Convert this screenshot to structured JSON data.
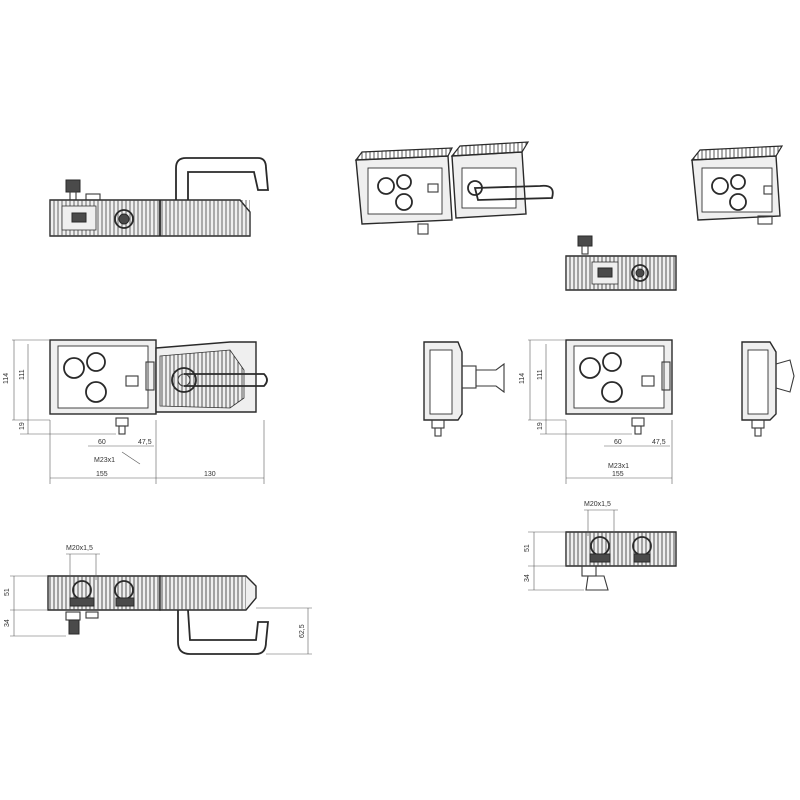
{
  "views": {
    "front_with_handle": {
      "height_total": "114",
      "height_body": "111",
      "height_conn": "19",
      "dim_60": "60",
      "dim_47": "47,5",
      "thread": "M23x1",
      "width_body": "155",
      "width_handle": "130"
    },
    "front_single": {
      "height_total": "114",
      "height_body": "111",
      "height_conn": "19",
      "dim_60": "60",
      "dim_47": "47,5",
      "thread": "M23x1",
      "width_body": "155"
    },
    "top_with_handle": {
      "thread": "M20x1,5",
      "depth_body": "51",
      "depth_conn": "34",
      "depth_handle": "62,5"
    },
    "top_single": {
      "thread": "M20x1,5",
      "depth_body": "51",
      "depth_conn": "34"
    }
  }
}
